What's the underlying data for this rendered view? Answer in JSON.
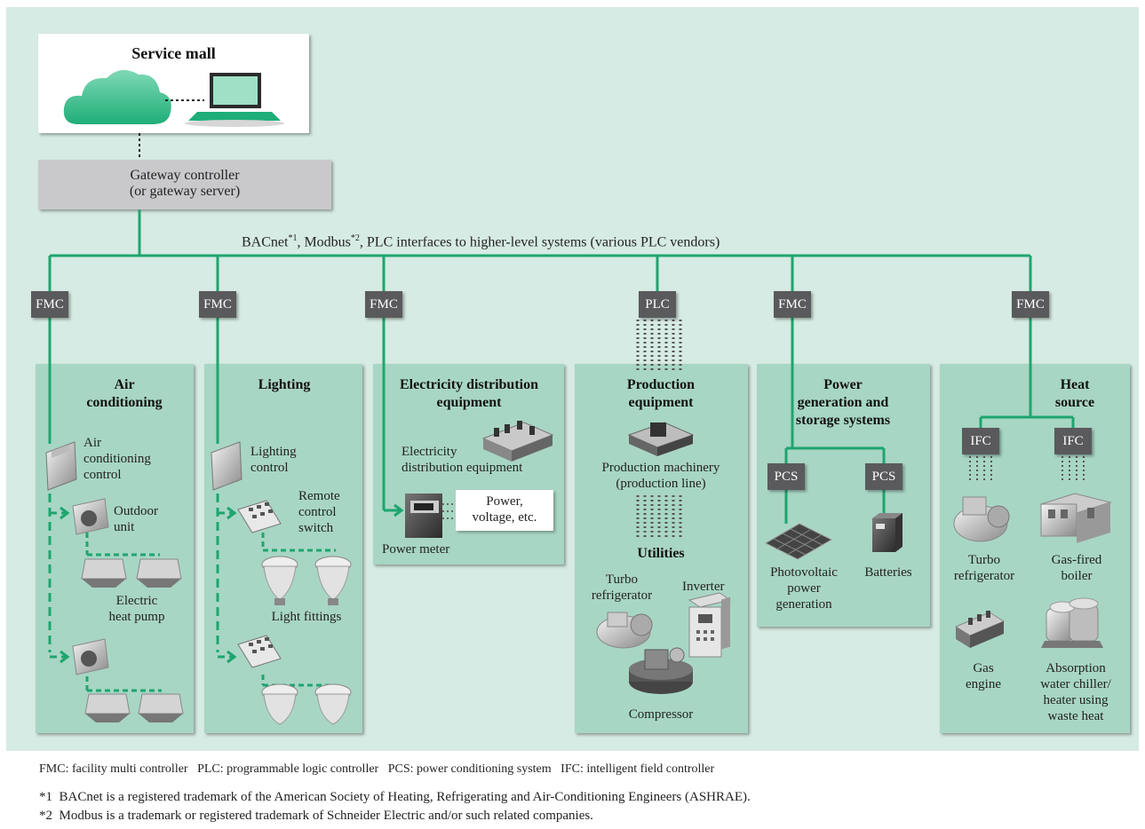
{
  "service_mall": {
    "title": "Service mall"
  },
  "gateway": {
    "line1": "Gateway controller",
    "line2": "(or gateway server)"
  },
  "bus_label": {
    "bacnet": "BACnet",
    "sup1": "*1",
    "modbus": ", Modbus",
    "sup2": "*2",
    "rest": ", PLC interfaces to higher-level systems (various PLC vendors)"
  },
  "controllers": {
    "fmc": "FMC",
    "plc": "PLC",
    "pcs": "PCS",
    "ifc": "IFC"
  },
  "panels": {
    "air": {
      "title1": "Air",
      "title2": "conditioning",
      "control1": "Air",
      "control2": "conditioning",
      "control3": "control",
      "outdoor1": "Outdoor",
      "outdoor2": "unit",
      "pump1": "Electric",
      "pump2": "heat pump"
    },
    "lighting": {
      "title": "Lighting",
      "control1": "Lighting",
      "control2": "control",
      "remote1": "Remote",
      "remote2": "control",
      "remote3": "switch",
      "fittings": "Light fittings"
    },
    "electricity": {
      "title1": "Electricity distribution",
      "title2": "equipment",
      "equip1": "Electricity",
      "equip2": "distribution equipment",
      "readout1": "Power,",
      "readout2": "voltage, etc.",
      "meter": "Power meter"
    },
    "production": {
      "title1": "Production",
      "title2": "equipment",
      "machinery1": "Production machinery",
      "machinery2": "(production line)",
      "utilities": "Utilities",
      "turbo1": "Turbo",
      "turbo2": "refrigerator",
      "inverter": "Inverter",
      "compressor": "Compressor"
    },
    "power": {
      "title1": "Power",
      "title2": "generation and",
      "title3": "storage systems",
      "pv1": "Photovoltaic",
      "pv2": "power",
      "pv3": "generation",
      "batteries": "Batteries"
    },
    "heat": {
      "title1": "Heat",
      "title2": "source",
      "turbo1": "Turbo",
      "turbo2": "refrigerator",
      "boiler1": "Gas-fired",
      "boiler2": "boiler",
      "engine1": "Gas",
      "engine2": "engine",
      "absorb1": "Absorption",
      "absorb2": "water chiller/",
      "absorb3": "heater using",
      "absorb4": "waste heat"
    }
  },
  "legend": "FMC: facility multi controller   PLC: programmable logic controller   PCS: power conditioning system   IFC: intelligent field controller",
  "footnotes": [
    "*1  BACnet is a registered trademark of the American Society of Heating, Refrigerating and Air-Conditioning Engineers (ASHRAE).",
    "*2  Modbus is a trademark or registered trademark of Schneider Electric and/or such related companies."
  ],
  "colors": {
    "background": "#d6ebe3",
    "panel": "#a8d6c4",
    "wire": "#1ea56f",
    "tag": "#5a5a5d",
    "gateway": "#c9c9cb"
  }
}
